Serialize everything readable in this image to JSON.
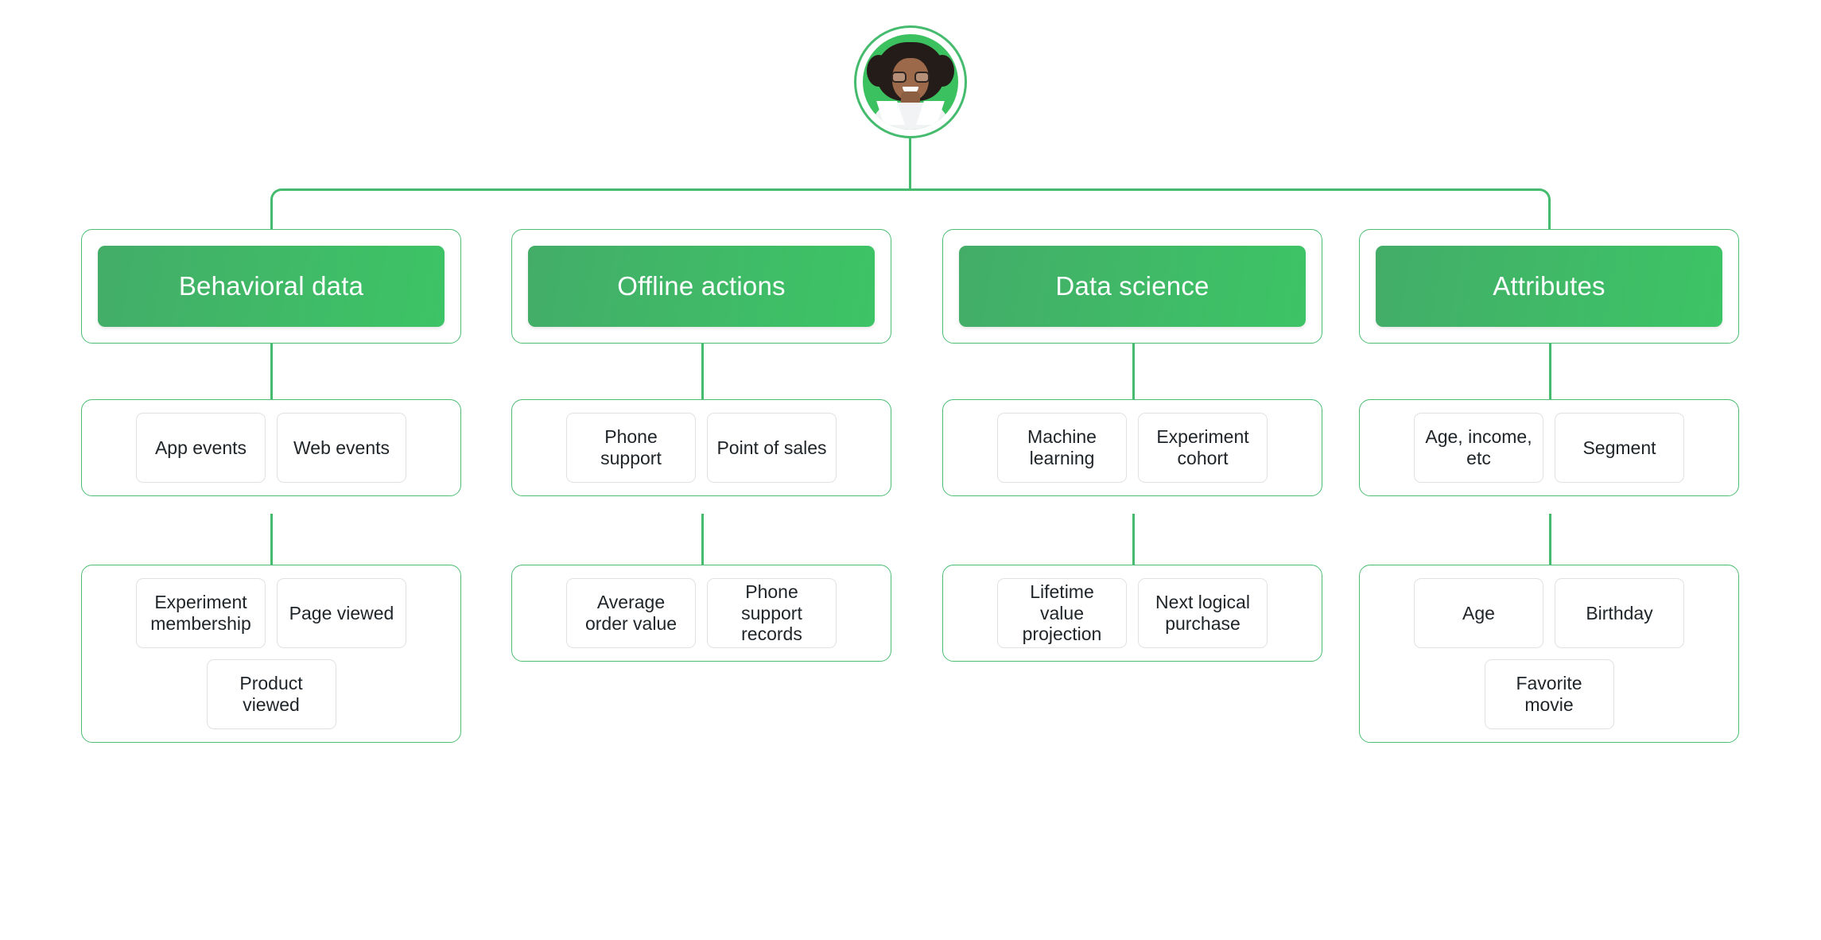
{
  "root": {
    "icon": "user-avatar",
    "description": "Customer profile avatar"
  },
  "palette": {
    "green_border": "#4cbd73",
    "green_line": "#45bb6e",
    "gradient_from": "#43ad68",
    "gradient_to": "#3dc466",
    "chip_border": "#dfe2e5",
    "text_dark": "#1f2428",
    "text_light": "#ffffff",
    "background": "#ffffff"
  },
  "columns": [
    {
      "id": "behavioral-data",
      "header": "Behavioral data",
      "groups": [
        {
          "rows": [
            [
              "App events",
              "Web events"
            ]
          ]
        },
        {
          "rows": [
            [
              "Experiment membership",
              "Page viewed"
            ],
            [
              "Product viewed"
            ]
          ]
        }
      ]
    },
    {
      "id": "offline-actions",
      "header": "Offline actions",
      "groups": [
        {
          "rows": [
            [
              "Phone support",
              "Point of sales"
            ]
          ]
        },
        {
          "rows": [
            [
              "Average order value",
              "Phone support records"
            ]
          ]
        }
      ]
    },
    {
      "id": "data-science",
      "header": "Data science",
      "groups": [
        {
          "rows": [
            [
              "Machine learning",
              "Experiment cohort"
            ]
          ]
        },
        {
          "rows": [
            [
              "Lifetime value projection",
              "Next logical purchase"
            ]
          ]
        }
      ]
    },
    {
      "id": "attributes",
      "header": "Attributes",
      "groups": [
        {
          "rows": [
            [
              "Age, income, etc",
              "Segment"
            ]
          ]
        },
        {
          "rows": [
            [
              "Age",
              "Birthday"
            ],
            [
              "Favorite movie"
            ]
          ]
        }
      ]
    }
  ]
}
